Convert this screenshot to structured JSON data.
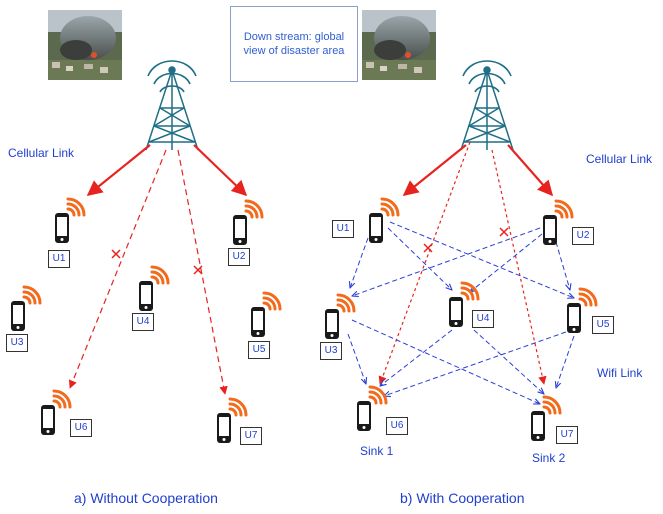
{
  "info_box": {
    "text": "Down stream: global view of disaster area"
  },
  "left": {
    "link_label": "Cellular Link",
    "caption": "a) Without Cooperation",
    "users": [
      "U1",
      "U2",
      "U3",
      "U4",
      "U5",
      "U6",
      "U7"
    ]
  },
  "right": {
    "cellular_label": "Cellular Link",
    "wifi_label": "Wifi Link",
    "caption": "b) With Cooperation",
    "users": [
      "U1",
      "U2",
      "U3",
      "U4",
      "U5",
      "U6",
      "U7"
    ],
    "sink1": "Sink 1",
    "sink2": "Sink 2"
  },
  "colors": {
    "cellular": "#e8231f",
    "wifi": "#2a3fd6",
    "signal": "#f26a1b",
    "tower": "#1f6f86"
  }
}
